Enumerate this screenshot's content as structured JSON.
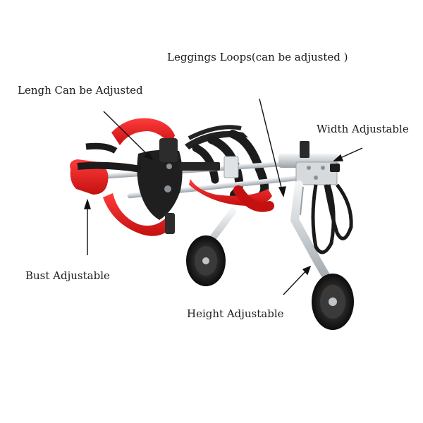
{
  "labels": {
    "leggings_loops": "Leggings Loops(can be adjusted )",
    "length": "Lengh Can be Adjusted",
    "width": "Width Adjustable",
    "bust": "Bust Adjustable",
    "height": "Height Adjustable"
  },
  "colors": {
    "padding_red": "#e31b1b",
    "strap_black": "#1c1c1c",
    "frame_aluminum": "#cfd3d6",
    "wheel_black": "#161616",
    "pointer_line": "#111111"
  }
}
